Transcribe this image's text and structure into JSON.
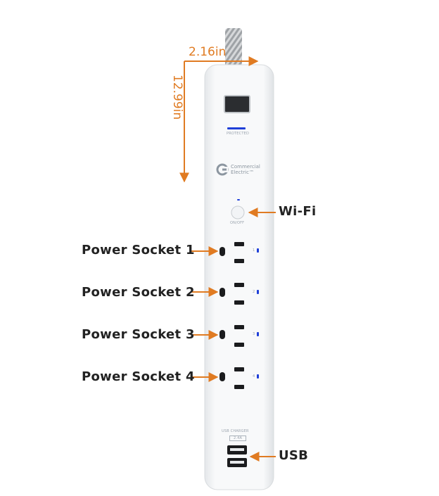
{
  "dimensions": {
    "width_label": "2.16in",
    "height_label": "12.99in"
  },
  "brand": {
    "line1": "Commercial",
    "line2": "Electric™"
  },
  "device_labels": {
    "protected": "PROTECTED",
    "on_off": "ON/OFF",
    "usb_charger": "USB CHARGER",
    "usb_rating": "2.4A"
  },
  "outlet_numbers": [
    "1",
    "2",
    "3",
    "4"
  ],
  "callouts": {
    "wifi": "Wi-Fi",
    "sockets": [
      "Power Socket 1",
      "Power Socket 2",
      "Power Socket 3",
      "Power Socket 4"
    ],
    "usb": "USB"
  },
  "colors": {
    "accent": "#e07b22",
    "indicator": "#1f3fd8",
    "body": "#f7f8f9"
  }
}
